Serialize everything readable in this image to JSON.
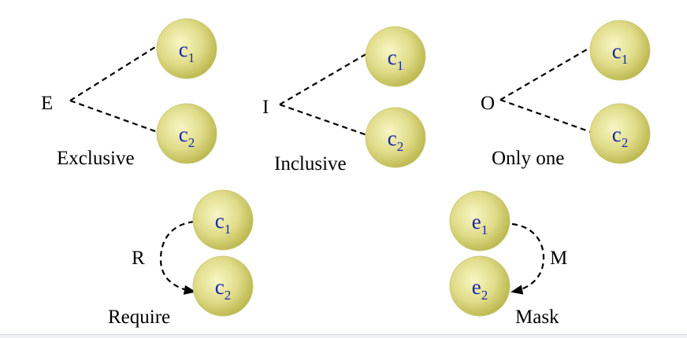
{
  "colors": {
    "node_text": "#1a2aa8",
    "node_fill_center": "#f8f6c4",
    "node_fill_edge": "#b9b54a",
    "edge": "#000000"
  },
  "groups": {
    "exclusive": {
      "symbol": "E",
      "caption": "Exclusive",
      "top_node": {
        "base": "c",
        "sub": "1"
      },
      "bottom_node": {
        "base": "c",
        "sub": "2"
      }
    },
    "inclusive": {
      "symbol": "I",
      "caption": "Inclusive",
      "top_node": {
        "base": "c",
        "sub": "1"
      },
      "bottom_node": {
        "base": "c",
        "sub": "2"
      }
    },
    "only_one": {
      "symbol": "O",
      "caption": "Only one",
      "top_node": {
        "base": "c",
        "sub": "1"
      },
      "bottom_node": {
        "base": "c",
        "sub": "2"
      }
    },
    "require": {
      "symbol": "R",
      "caption": "Require",
      "top_node": {
        "base": "c",
        "sub": "1"
      },
      "bottom_node": {
        "base": "c",
        "sub": "2"
      }
    },
    "mask": {
      "symbol": "M",
      "caption": "Mask",
      "top_node": {
        "base": "e",
        "sub": "1"
      },
      "bottom_node": {
        "base": "e",
        "sub": "2"
      }
    }
  }
}
